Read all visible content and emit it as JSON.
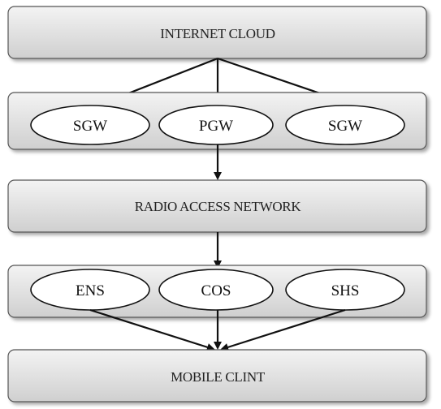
{
  "diagram": {
    "layers": {
      "internet": {
        "label": "INTERNET CLOUD"
      },
      "gateways": {
        "nodes": [
          "SGW",
          "PGW",
          "SGW"
        ]
      },
      "ran": {
        "label": "RADIO ACCESS NETWORK"
      },
      "services": {
        "nodes": [
          "ENS",
          "COS",
          "SHS"
        ]
      },
      "client": {
        "label": "MOBILE CLINT"
      }
    },
    "colors": {
      "box_fill_top": "#f2f2f2",
      "box_fill_bottom": "#d0d0d0",
      "box_stroke": "#555555",
      "node_fill": "#ffffff",
      "node_stroke": "#111111",
      "arrow": "#111111"
    }
  }
}
